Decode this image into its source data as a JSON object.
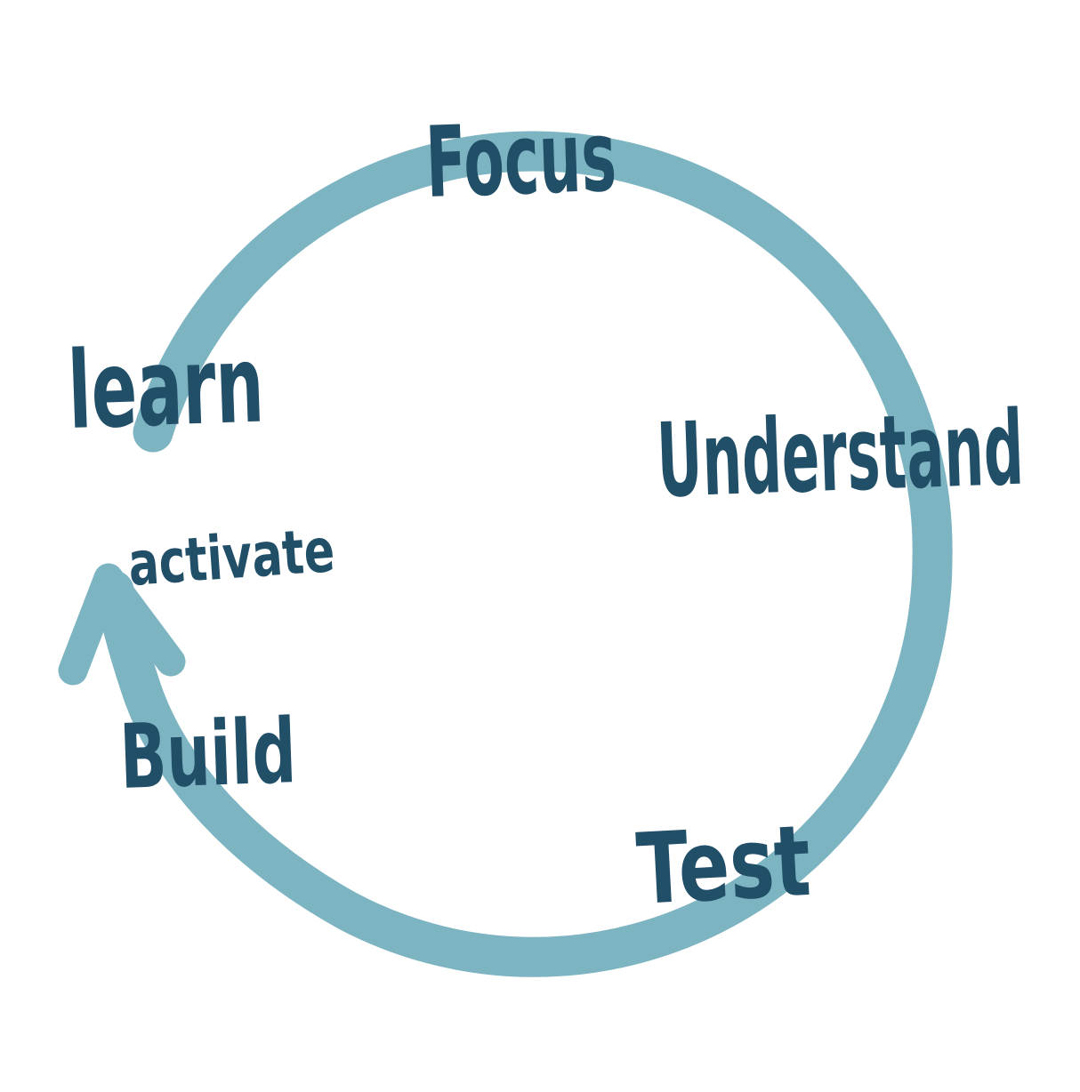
{
  "diagram": {
    "cycle_labels": [
      {
        "text": "Focus",
        "position": "top"
      },
      {
        "text": "Understand",
        "position": "right"
      },
      {
        "text": "Test",
        "position": "bottom-right"
      },
      {
        "text": "Build",
        "position": "bottom-left"
      },
      {
        "text": "learn",
        "position": "top-left"
      }
    ],
    "inner_label": {
      "text": "activate",
      "position": "inside-upper-left"
    },
    "colors": {
      "stroke_teal": "#7cb4c2",
      "text_dark": "#224f68",
      "background": "#ffffff"
    }
  }
}
